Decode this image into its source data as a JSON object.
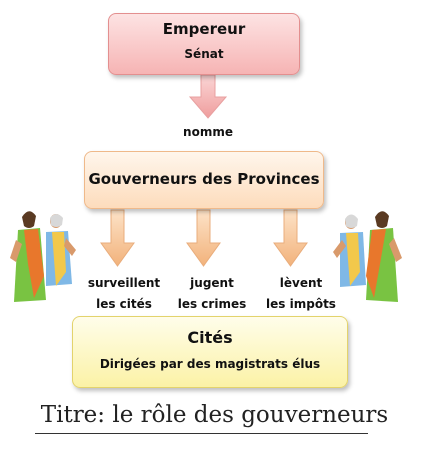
{
  "top_box": {
    "line1": "Empereur",
    "line2": "Sénat"
  },
  "connector_label": "nomme",
  "middle_box": {
    "label": "Gouverneurs des Provinces"
  },
  "roles": [
    {
      "line1": "surveillent",
      "line2": "les cités"
    },
    {
      "line1": "jugent",
      "line2": "les crimes"
    },
    {
      "line1": "lèvent",
      "line2": "les impôts"
    }
  ],
  "bottom_box": {
    "line1": "Cités",
    "line2": "Dirigées par des magistrats élus"
  },
  "title": "Titre: le rôle des gouverneurs",
  "colors": {
    "top_box": "#f6b4b4",
    "middle_box": "#fddcbc",
    "bottom_box": "#fbf2a6",
    "arrow_pink": "#f2a9a9",
    "arrow_orange": "#f6c49a"
  }
}
